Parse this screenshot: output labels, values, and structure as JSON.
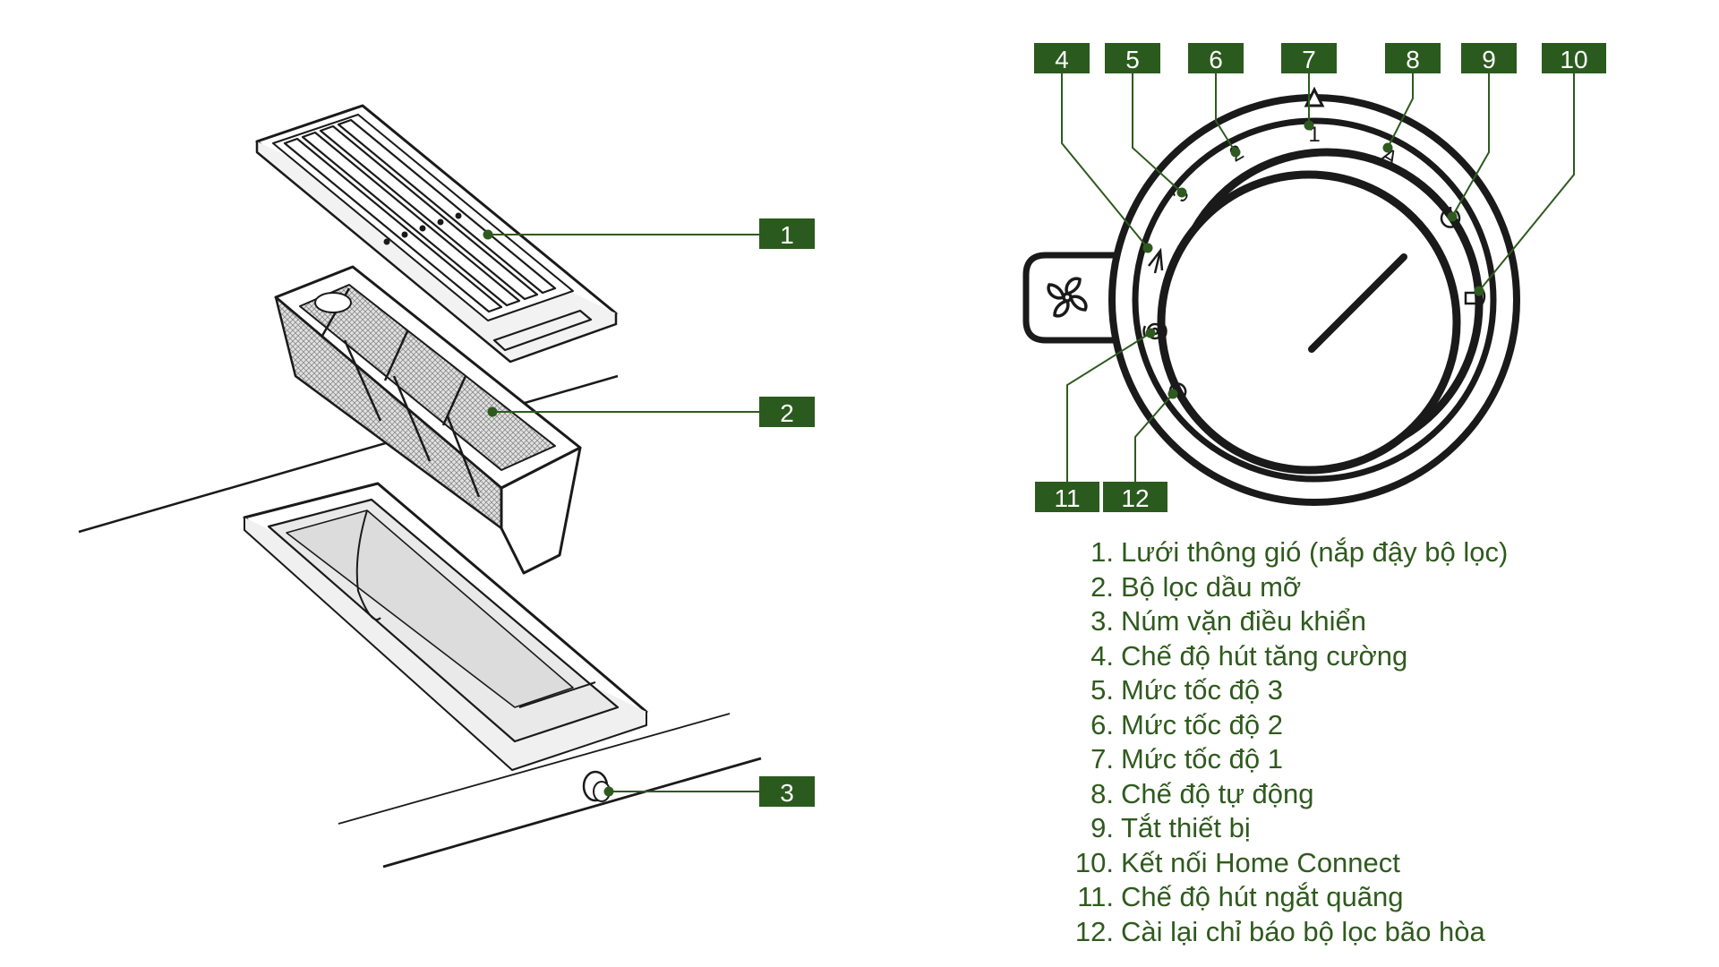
{
  "colors": {
    "callout_fill": "#2b5a1e",
    "callout_text": "#ffffff",
    "leader_line": "#2e5a1f",
    "legend_text": "#2f5a1e",
    "drawing_stroke": "#1a1a1a",
    "mesh_fill": "#cfcfcf"
  },
  "icons": [
    "fan-icon",
    "intensive-mode-icon",
    "intermittent-mode-icon",
    "reset-filter-icon",
    "power-off-icon",
    "home-connect-icon",
    "auto-mode-icon"
  ],
  "dial_labels": {
    "speed1": "1",
    "speed2": "2",
    "speed3": "3",
    "auto": "A"
  },
  "callouts": {
    "left": [
      {
        "label": "1"
      },
      {
        "label": "2"
      },
      {
        "label": "3"
      }
    ],
    "dial": [
      {
        "label": "4"
      },
      {
        "label": "5"
      },
      {
        "label": "6"
      },
      {
        "label": "7"
      },
      {
        "label": "8"
      },
      {
        "label": "9"
      },
      {
        "label": "10"
      },
      {
        "label": "11"
      },
      {
        "label": "12"
      }
    ]
  },
  "legend": [
    {
      "num": "1.",
      "text": "Lưới thông gió (nắp đậy bộ lọc)"
    },
    {
      "num": "2.",
      "text": "Bộ lọc dầu mỡ"
    },
    {
      "num": "3.",
      "text": "Núm vặn điều khiển"
    },
    {
      "num": "4.",
      "text": "Chế độ hút tăng cường"
    },
    {
      "num": "5.",
      "text": "Mức tốc độ 3"
    },
    {
      "num": "6.",
      "text": "Mức tốc độ 2"
    },
    {
      "num": "7.",
      "text": "Mức tốc độ 1"
    },
    {
      "num": "8.",
      "text": "Chế độ tự động"
    },
    {
      "num": "9.",
      "text": "Tắt thiết bị"
    },
    {
      "num": "10.",
      "text": "Kết nối Home Connect"
    },
    {
      "num": "11.",
      "text": "Chế độ hút ngắt quãng"
    },
    {
      "num": "12.",
      "text": "Cài lại chỉ báo bộ lọc bão hòa"
    }
  ]
}
